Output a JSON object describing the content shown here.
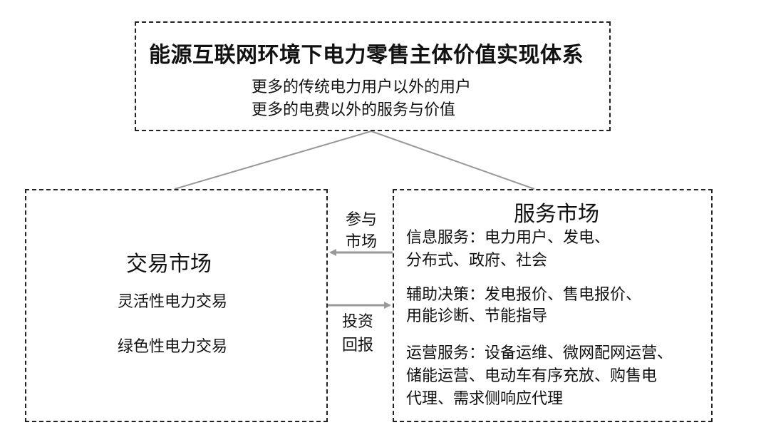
{
  "top": {
    "title": "能源互联网环境下电力零售主体价值实现体系",
    "line1": "更多的传统电力用户以外的用户",
    "line2": "更多的电费以外的服务与价值"
  },
  "left": {
    "title": "交易市场",
    "item1": "灵活性电力交易",
    "item2": "绿色性电力交易"
  },
  "arrows": {
    "participate_line1": "参与",
    "participate_line2": "市场",
    "invest_line1": "投资",
    "invest_line2": "回报"
  },
  "right": {
    "title": "服务市场",
    "info_line1": "信息服务：电力用户、发电、",
    "info_line2": "分布式、政府、社会",
    "decision_line1": "辅助决策：发电报价、售电报价、",
    "decision_line2": "用能诊断、节能指导",
    "ops_line1": "运营服务：设备运维、微网配网运营、",
    "ops_line2": "储能运营、电动车有序充放、购售电",
    "ops_line3": "代理、需求侧响应代理"
  },
  "colors": {
    "border": "#222222",
    "connector": "#999999",
    "arrow": "#999999"
  }
}
